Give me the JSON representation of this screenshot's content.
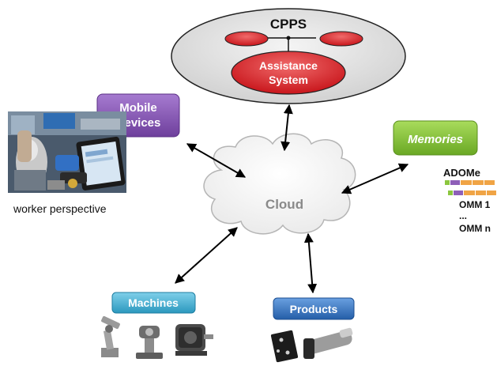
{
  "cpps": {
    "title": "CPPS",
    "assistance_line1": "Assistance",
    "assistance_line2": "System"
  },
  "cloud": {
    "label": "Cloud"
  },
  "nodes": {
    "mobile_line1": "Mobile",
    "mobile_line2": "Devices",
    "memories": "Memories",
    "machines": "Machines",
    "products": "Products"
  },
  "worker_caption": "worker perspective",
  "adome": {
    "title": "ADOMe",
    "items": [
      "OMM 1",
      "...",
      "OMM n"
    ]
  },
  "colors": {
    "mobile": "#8e5fb8",
    "memories": "#8cc63f",
    "machines": "#4bb5d3",
    "products": "#3a78c2",
    "assistance": "#d9262b",
    "cpps_bg": "#e4e4e4"
  },
  "icons": [
    "worker-tablet-photo",
    "robot-arm-icon",
    "flow-meter-icon",
    "electric-motor-icon",
    "bracket-part-icon",
    "actuator-part-icon"
  ]
}
